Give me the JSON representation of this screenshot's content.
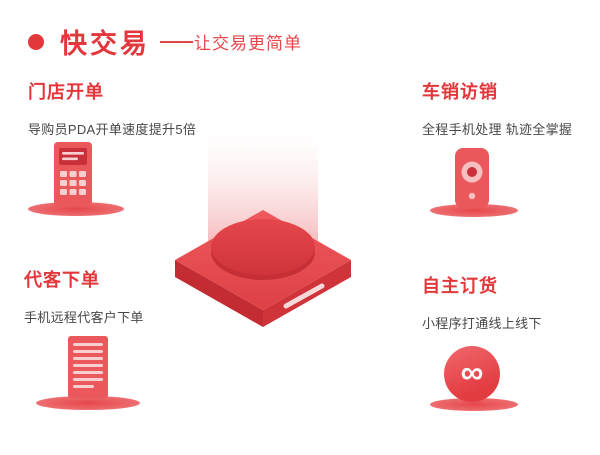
{
  "header": {
    "title": "快交易",
    "dash": "——",
    "subtitle": "让交易更简单"
  },
  "features": [
    {
      "title": "门店开单",
      "desc": "导购员PDA开单速度提升5倍",
      "icon": "pda-device-icon"
    },
    {
      "title": "车销访销",
      "desc": "全程手机处理 轨迹全掌握",
      "icon": "smartphone-icon"
    },
    {
      "title": "代客下单",
      "desc": "手机远程代客户下单",
      "icon": "receipt-icon"
    },
    {
      "title": "自主订货",
      "desc": "小程序打通线上线下",
      "icon": "infinity-icon"
    }
  ],
  "icons": {
    "infinity_glyph": "∞"
  },
  "colors": {
    "accent": "#e2383c",
    "accent_dark": "#c32c32",
    "accent_light": "#f8cfd0",
    "icon_body": "#ea585c",
    "text": "#474747",
    "background": "#ffffff"
  }
}
